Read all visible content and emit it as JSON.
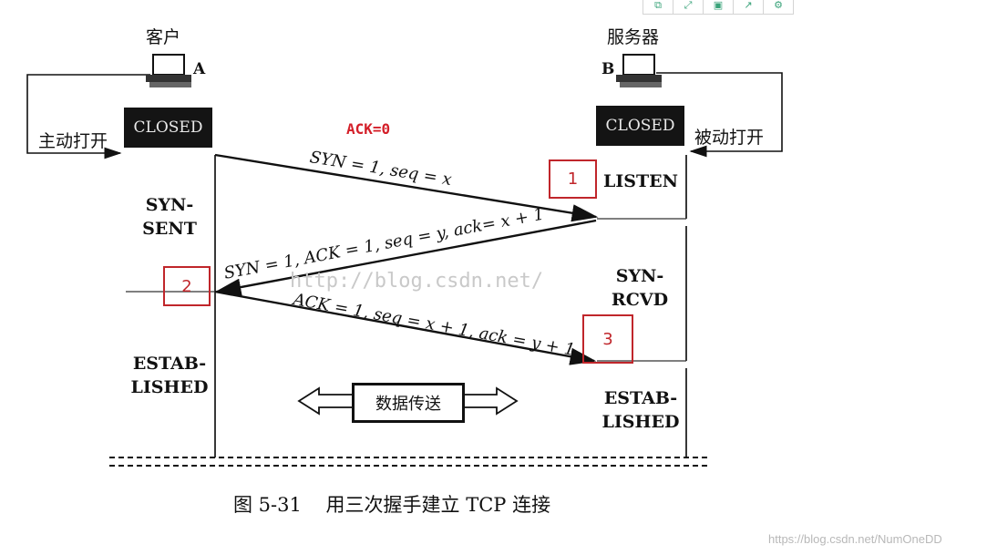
{
  "toolbar": {
    "buttons": [
      {
        "icon": "copy-icon"
      },
      {
        "icon": "expand-icon"
      },
      {
        "icon": "save-icon"
      },
      {
        "icon": "share-icon"
      },
      {
        "icon": "settings-icon"
      }
    ]
  },
  "diagram": {
    "client_label": "客户",
    "server_label": "服务器",
    "host_a": "A",
    "host_b": "B",
    "closed_a": "CLOSED",
    "closed_b": "CLOSED",
    "active_open": "主动打开",
    "passive_open": "被动打开",
    "ack0": "ACK=0",
    "msg1": "SYN = 1, seq = x",
    "msg2": "SYN = 1, ACK = 1, seq = y, ack= x + 1",
    "msg3": "ACK = 1, seq = x + 1, ack = y + 1",
    "state_syn_sent_1": "SYN-",
    "state_syn_sent_2": "SENT",
    "state_established_a_1": "ESTAB-",
    "state_established_a_2": "LISHED",
    "state_listen": "LISTEN",
    "state_syn_rcvd_1": "SYN-",
    "state_syn_rcvd_2": "RCVD",
    "state_established_b_1": "ESTAB-",
    "state_established_b_2": "LISHED",
    "marker1": "1",
    "marker2": "2",
    "marker3": "3",
    "data_transfer": "数据传送",
    "caption": "图 5-31    用三次握手建立 TCP 连接",
    "watermark_center": "http://blog.csdn.net/",
    "watermark_corner": "https://blog.csdn.net/NumOneDD"
  },
  "colors": {
    "accent_red": "#c0262b",
    "toolbar_icon": "#3aa37a"
  }
}
